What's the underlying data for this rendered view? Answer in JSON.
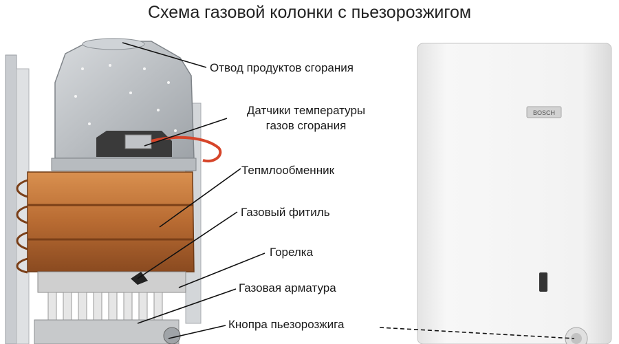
{
  "title": "Схема газовой колонки с пьезорозжигом",
  "brand_badge": "BOSCH",
  "labels": {
    "exhaust": "Отвод продуктов сгорания",
    "temp_sensors_line1": "Датчики температуры",
    "temp_sensors_line2": "газов сгорания",
    "heat_exchanger": "Тепмлообменник",
    "pilot": "Газовый фитиль",
    "burner": "Горелка",
    "gas_valve": "Газовая арматура",
    "piezo_button": "Кнопра пьезорозжига"
  },
  "colors": {
    "copper": "#b86b32",
    "hood_gray": "#b4b8bd",
    "appliance_white": "#f3f3f3",
    "red_wire": "#d6452a",
    "leader_line": "#111111"
  }
}
